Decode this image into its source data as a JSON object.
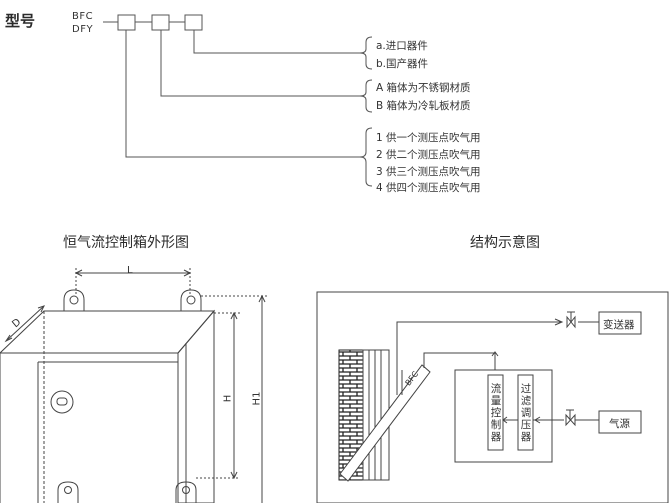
{
  "model": {
    "title": "型号",
    "prefix_line1": "BFC",
    "prefix_line2": "DFY",
    "group_a": [
      "a.进口器件",
      "b.国产器件"
    ],
    "group_b": [
      "A 箱体为不锈钢材质",
      "B 箱体为冷轧板材质"
    ],
    "group_c": [
      "1 供一个测压点吹气用",
      "2 供二个测压点吹气用",
      "3 供三个测压点吹气用",
      "4 供四个测压点吹气用"
    ]
  },
  "outline": {
    "title": "恒气流控制箱外形图",
    "dim_l": "L",
    "dim_d": "D",
    "dim_h": "H",
    "dim_h1": "H1"
  },
  "structure": {
    "title": "结构示意图",
    "transmitter": "变送器",
    "gas_source": "气源",
    "flow_controller": "流量控制器",
    "filter_regulator": "过滤调压器",
    "pipe_label": "BFC"
  },
  "colors": {
    "line": "#555555",
    "text": "#333333"
  }
}
